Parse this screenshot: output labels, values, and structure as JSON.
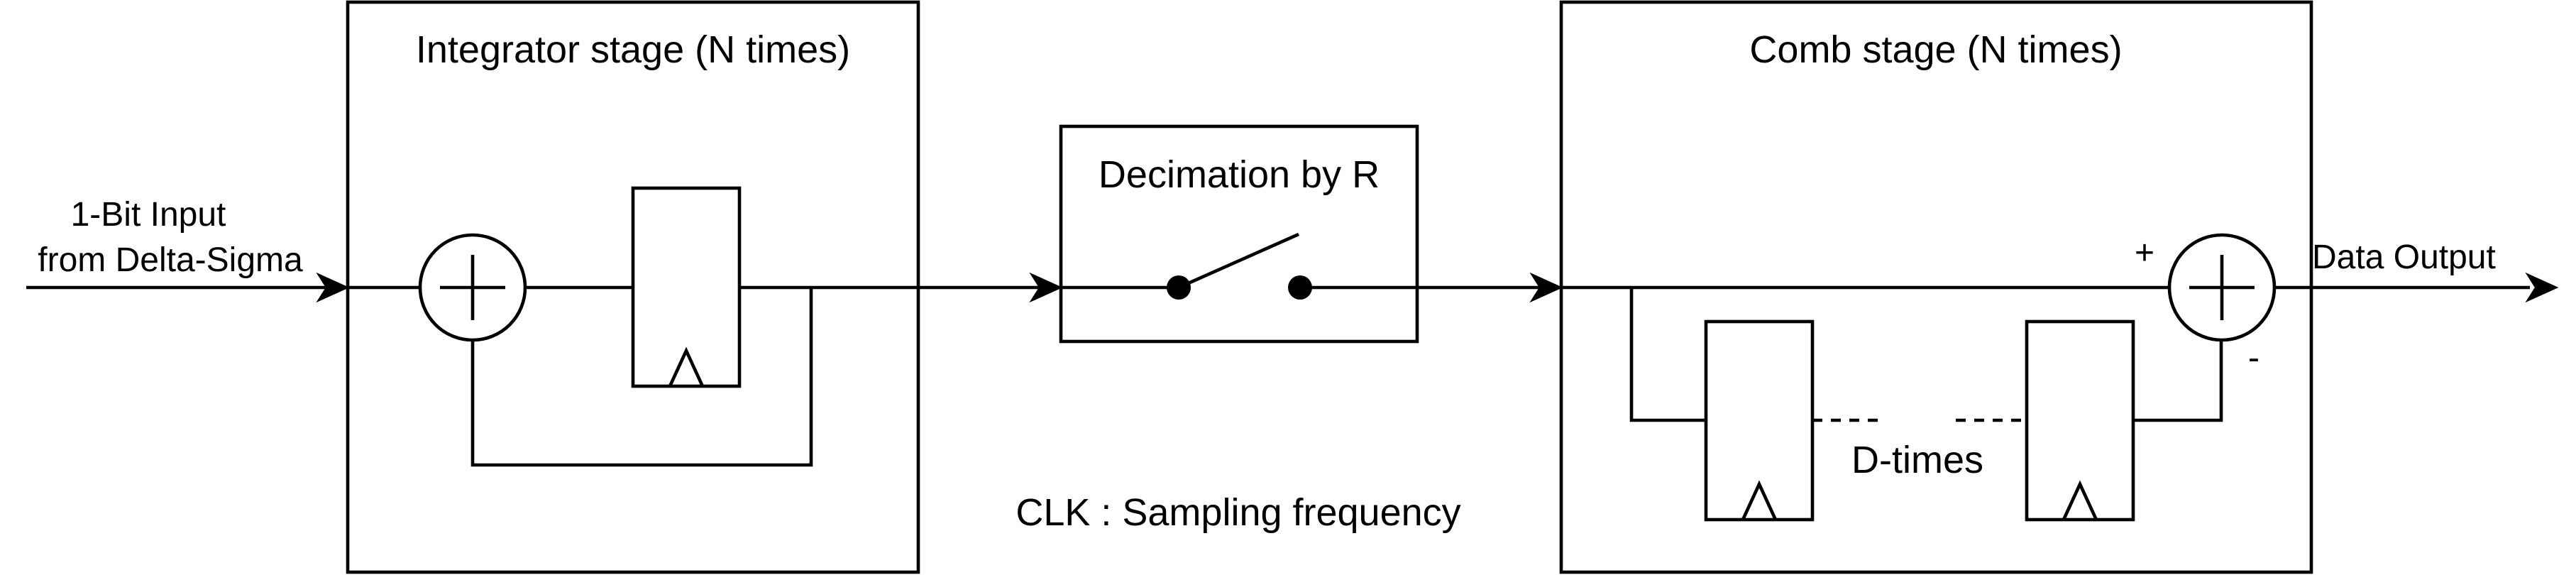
{
  "integrator": {
    "title": "Integrator stage (N times)"
  },
  "decimation": {
    "title": "Decimation by R"
  },
  "comb": {
    "title": "Comb stage (N times)",
    "delay_label": "D-times",
    "plus_sign": "+",
    "minus_sign": "-"
  },
  "input": {
    "line1": "1-Bit Input",
    "line2": "from Delta-Sigma"
  },
  "output": {
    "label": "Data Output"
  },
  "clock": {
    "label": "CLK : Sampling frequency"
  }
}
